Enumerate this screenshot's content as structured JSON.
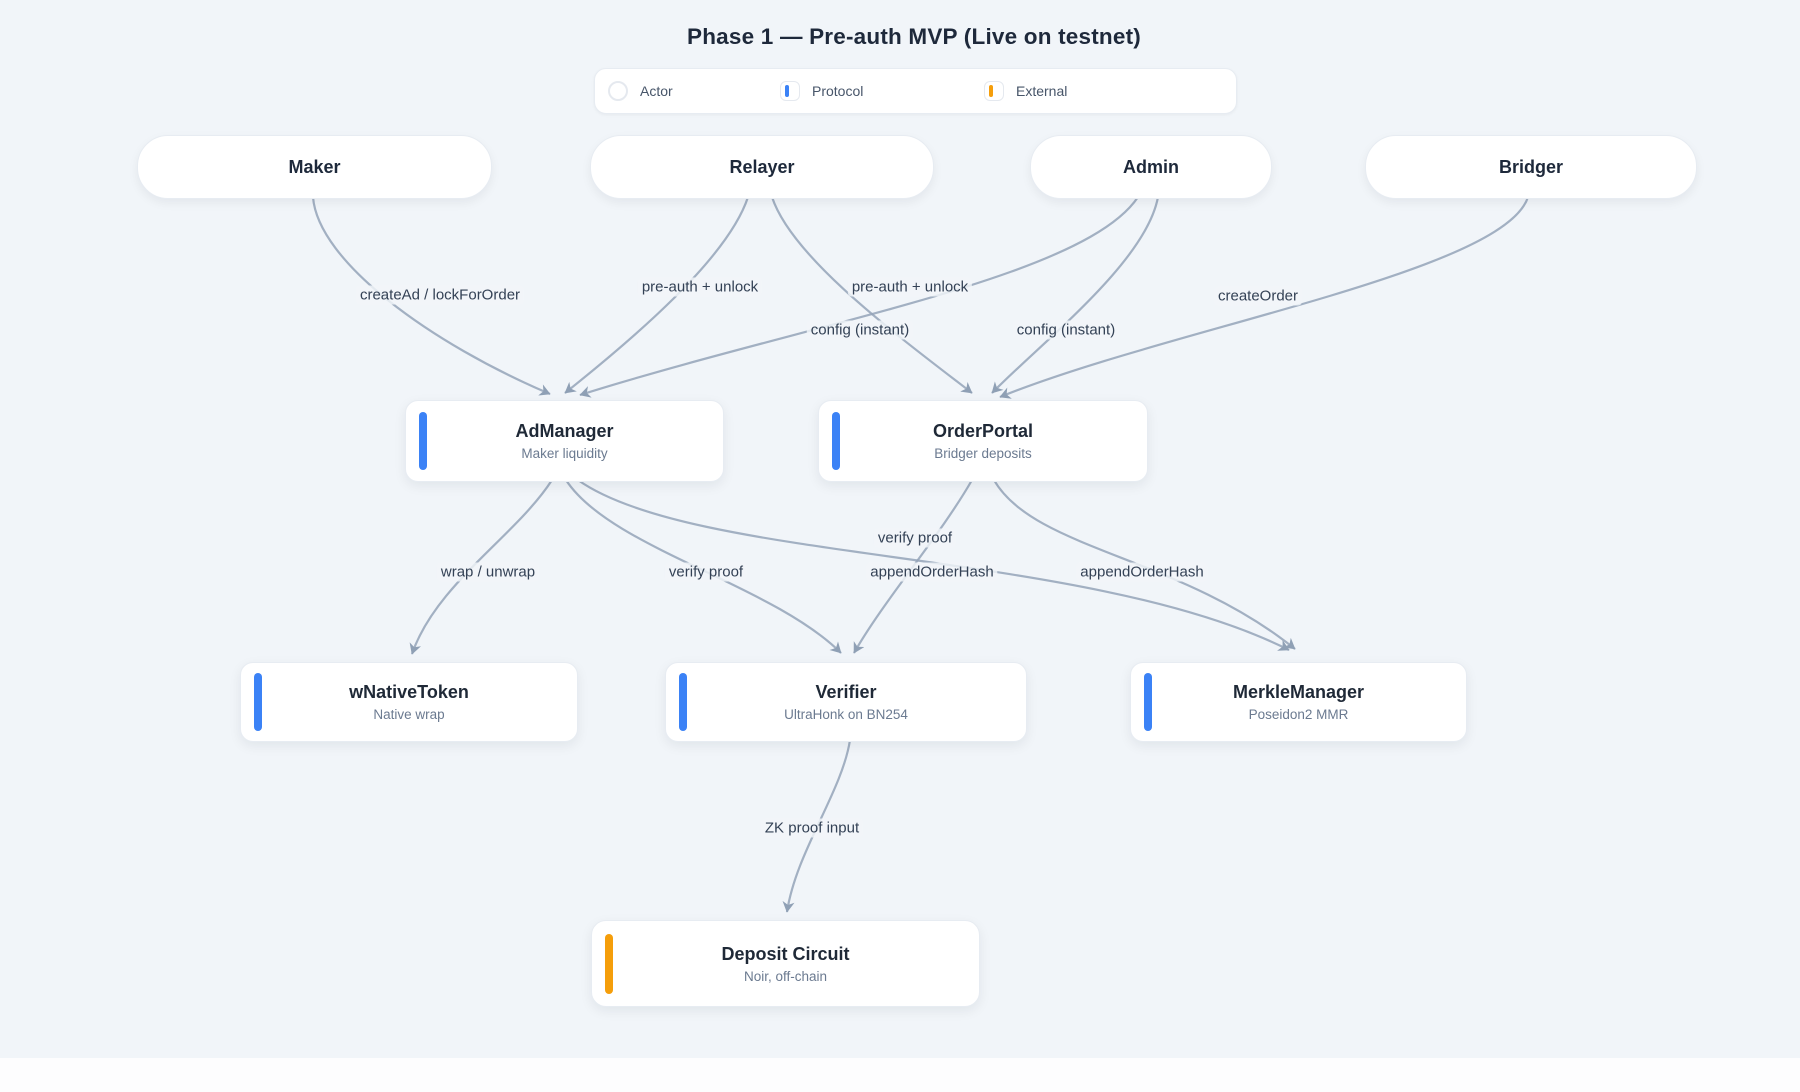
{
  "title": "Phase 1 — Pre-auth MVP (Live on testnet)",
  "legend": {
    "items": [
      {
        "label": "Actor",
        "type": "actor",
        "color": null
      },
      {
        "label": "Protocol",
        "type": "protocol",
        "color": "#3b82f6"
      },
      {
        "label": "External",
        "type": "external",
        "color": "#f59e0b"
      }
    ]
  },
  "actors": [
    {
      "label": "Maker"
    },
    {
      "label": "Relayer"
    },
    {
      "label": "Admin"
    },
    {
      "label": "Bridger"
    }
  ],
  "nodes": [
    {
      "id": "adManager",
      "title": "AdManager",
      "subtitle": "Maker liquidity",
      "accent": "#3b82f6"
    },
    {
      "id": "orderPortal",
      "title": "OrderPortal",
      "subtitle": "Bridger deposits",
      "accent": "#3b82f6"
    },
    {
      "id": "wNativeToken",
      "title": "wNativeToken",
      "subtitle": "Native wrap",
      "accent": "#3b82f6"
    },
    {
      "id": "verifier",
      "title": "Verifier",
      "subtitle": "UltraHonk on BN254",
      "accent": "#3b82f6"
    },
    {
      "id": "merkleManager",
      "title": "MerkleManager",
      "subtitle": "Poseidon2 MMR",
      "accent": "#3b82f6"
    },
    {
      "id": "depositCircuit",
      "title": "Deposit Circuit",
      "subtitle": "Noir, off-chain",
      "accent": "#f59e0b"
    }
  ],
  "edges": [
    {
      "from": "Maker",
      "to": "AdManager",
      "label": "createAd / lockForOrder"
    },
    {
      "from": "Relayer",
      "to": "AdManager",
      "label": "pre-auth + unlock"
    },
    {
      "from": "Relayer",
      "to": "OrderPortal",
      "label": "pre-auth + unlock"
    },
    {
      "from": "Admin",
      "to": "AdManager",
      "label": "config (instant)"
    },
    {
      "from": "Admin",
      "to": "OrderPortal",
      "label": "config (instant)"
    },
    {
      "from": "Bridger",
      "to": "OrderPortal",
      "label": "createOrder"
    },
    {
      "from": "AdManager",
      "to": "wNativeToken",
      "label": "wrap / unwrap"
    },
    {
      "from": "AdManager",
      "to": "Verifier",
      "label": "verify proof"
    },
    {
      "from": "OrderPortal",
      "to": "Verifier",
      "label": "verify proof"
    },
    {
      "from": "AdManager",
      "to": "MerkleManager",
      "label": "appendOrderHash"
    },
    {
      "from": "OrderPortal",
      "to": "MerkleManager",
      "label": "appendOrderHash"
    },
    {
      "from": "Verifier",
      "to": "Deposit Circuit",
      "label": "ZK proof input"
    }
  ],
  "colors": {
    "background": "#f1f5f9",
    "node_fill": "#ffffff",
    "node_border": "#e7ecf2",
    "edge": "#94a3b8",
    "protocol_accent": "#3b82f6",
    "external_accent": "#f59e0b",
    "title_text": "#1e293b",
    "subtitle_text": "#6b7a90",
    "edge_label_text": "#334155"
  }
}
